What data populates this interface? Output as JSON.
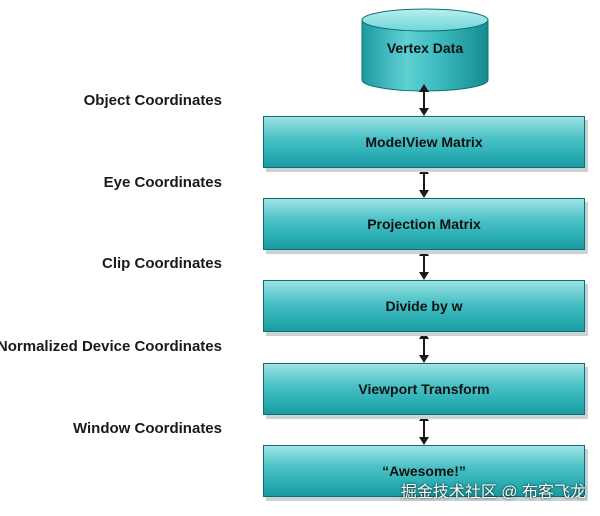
{
  "database": {
    "label": "Vertex Data",
    "fill_color": "#2aaeb3"
  },
  "stages": [
    {
      "label": "ModelView Matrix"
    },
    {
      "label": "Projection Matrix"
    },
    {
      "label": "Divide by w"
    },
    {
      "label": "Viewport Transform"
    },
    {
      "label": "“Awesome!”"
    }
  ],
  "coordinate_labels": [
    {
      "label": "Object Coordinates"
    },
    {
      "label": "Eye Coordinates"
    },
    {
      "label": "Clip Coordinates"
    },
    {
      "label": "Normalized Device Coordinates"
    },
    {
      "label": "Window Coordinates"
    }
  ],
  "connector": {
    "type": "double-arrow",
    "color": "#1a1a1a"
  },
  "colors": {
    "box_fill": "#2aaeb3",
    "box_border": "#0d6f73",
    "label_text": "#1a1a1a"
  },
  "watermark": "掘金技术社区 @ 布客飞龙"
}
